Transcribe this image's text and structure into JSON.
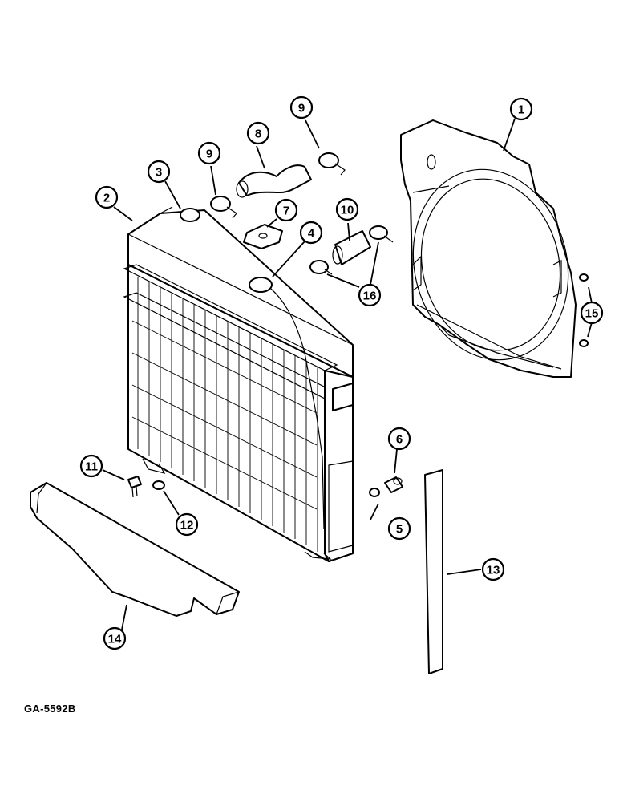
{
  "drawing_code": "GA-5592B",
  "callouts": [
    {
      "id": "c1",
      "number": "1"
    },
    {
      "id": "c2",
      "number": "2"
    },
    {
      "id": "c3",
      "number": "3"
    },
    {
      "id": "c4",
      "number": "4"
    },
    {
      "id": "c5",
      "number": "5"
    },
    {
      "id": "c6",
      "number": "6"
    },
    {
      "id": "c7",
      "number": "7"
    },
    {
      "id": "c8",
      "number": "8"
    },
    {
      "id": "c9a",
      "number": "9"
    },
    {
      "id": "c9b",
      "number": "9"
    },
    {
      "id": "c10",
      "number": "10"
    },
    {
      "id": "c11",
      "number": "11"
    },
    {
      "id": "c12",
      "number": "12"
    },
    {
      "id": "c13",
      "number": "13"
    },
    {
      "id": "c14",
      "number": "14"
    },
    {
      "id": "c15",
      "number": "15"
    },
    {
      "id": "c16",
      "number": "16"
    }
  ]
}
